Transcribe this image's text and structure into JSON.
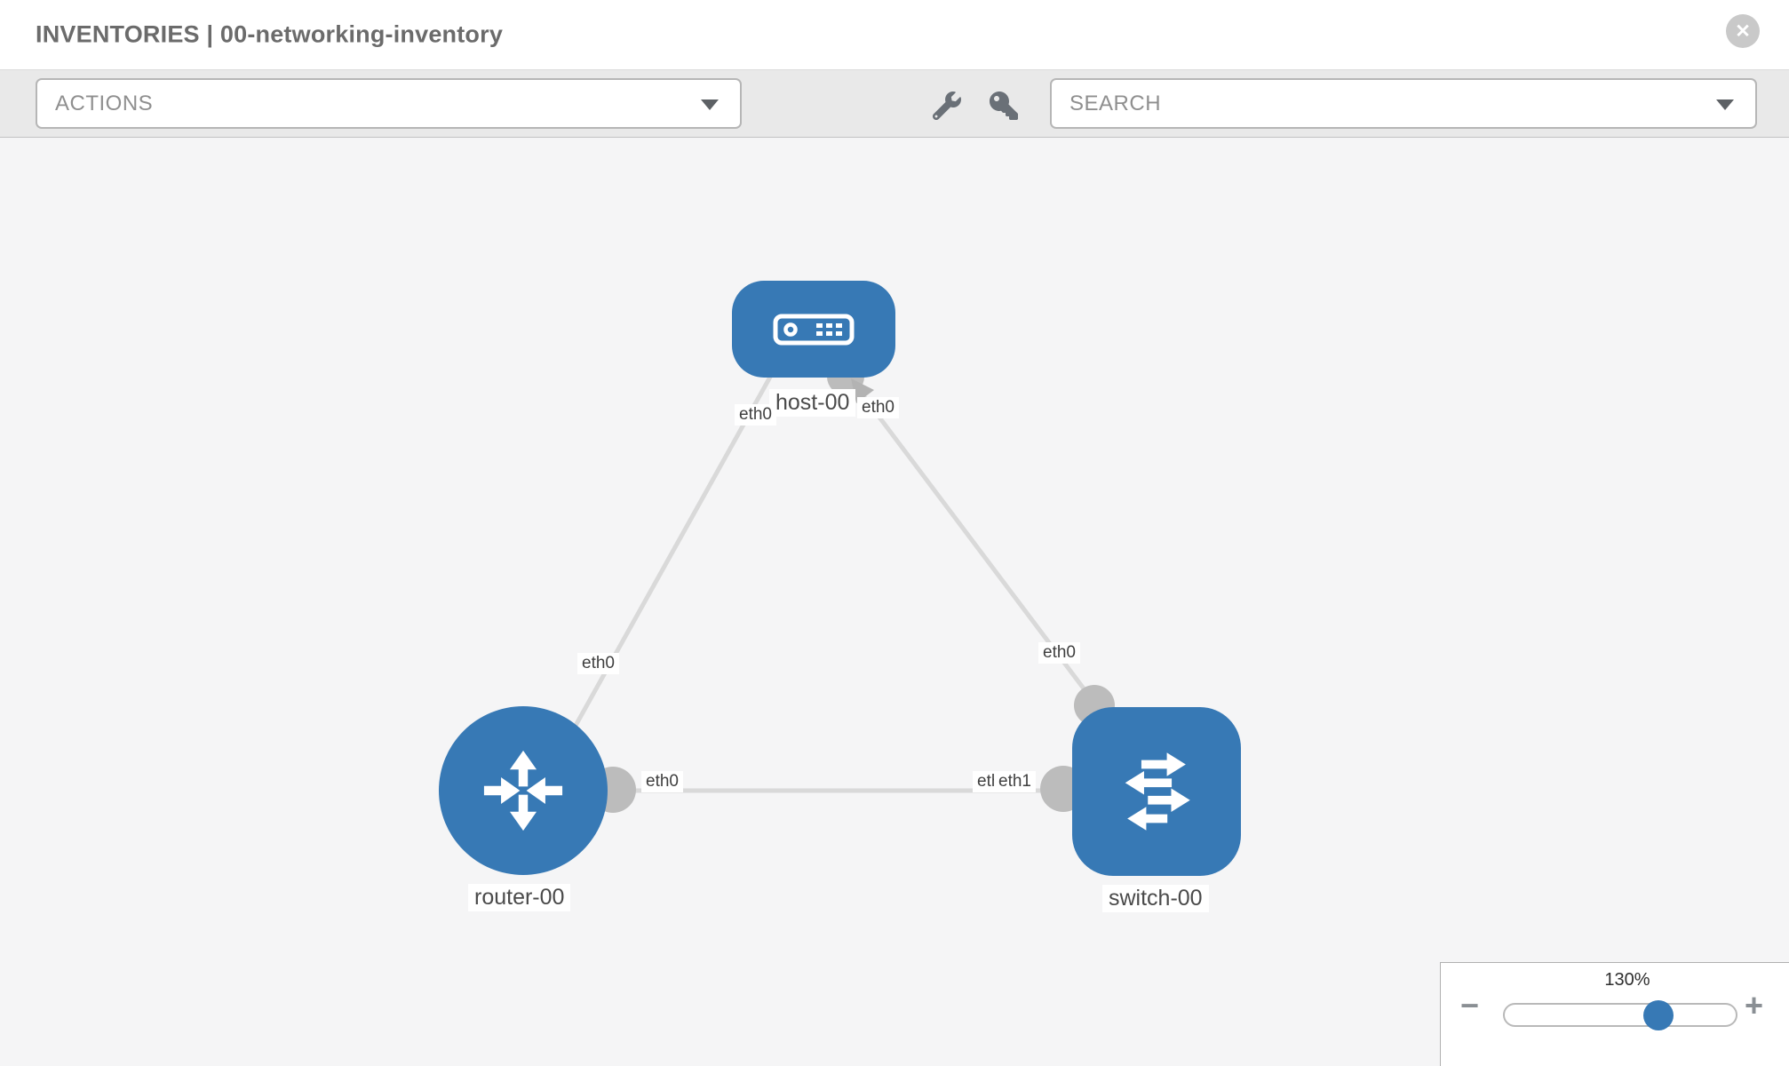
{
  "header": {
    "title": "INVENTORIES | 00-networking-inventory",
    "close_label": "✕"
  },
  "toolbar": {
    "actions_label": "ACTIONS",
    "search_label": "SEARCH",
    "icons": [
      "wrench-icon",
      "key-icon"
    ]
  },
  "diagram": {
    "nodes": [
      {
        "label": "host-00",
        "type": "host",
        "icon": "server-icon"
      },
      {
        "label": "router-00",
        "type": "router",
        "icon": "router-icon"
      },
      {
        "label": "switch-00",
        "type": "switch",
        "icon": "switch-icon"
      }
    ],
    "links": [
      {
        "source": "host-00",
        "target": "router-00",
        "source_interface": "eth0",
        "target_interface": "eth0"
      },
      {
        "source": "host-00",
        "target": "switch-00",
        "source_interface": "eth0",
        "target_interface": "eth0"
      },
      {
        "source": "router-00",
        "target": "switch-00",
        "source_interface": "eth0",
        "target_interface": "eth1",
        "target_interface_overlapped": "eth0"
      }
    ]
  },
  "zoom_control": {
    "percent": "130%",
    "minus": "−",
    "plus": "+"
  },
  "colors": {
    "node_blue": "#3779b5",
    "link_gray": "#d9d9d9",
    "connector_gray": "#bcbcbc",
    "toolbar_bg": "#e9e9e9",
    "canvas_bg": "#f5f5f6",
    "title_gray": "#6b6b6b"
  }
}
